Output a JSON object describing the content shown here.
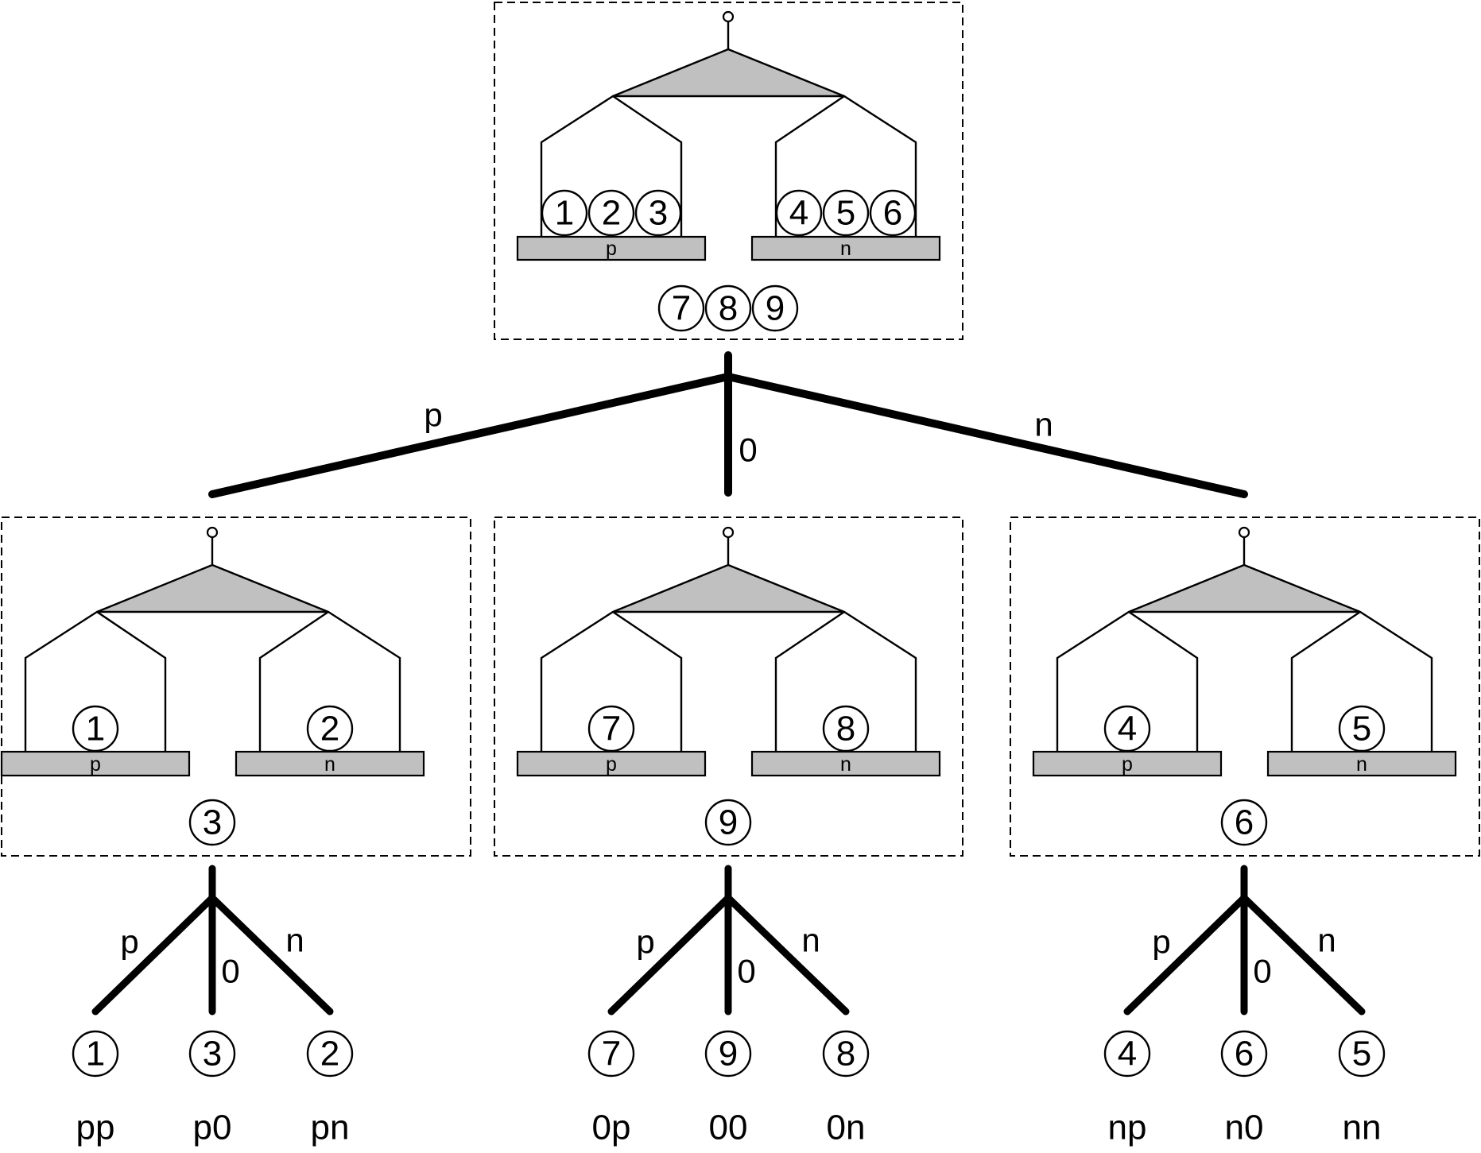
{
  "top": {
    "left_plate_label": "p",
    "right_plate_label": "n",
    "left_slots": [
      "1",
      "2",
      "3"
    ],
    "right_slots": [
      "4",
      "5",
      "6"
    ],
    "bottom_slots": [
      "7",
      "8",
      "9"
    ]
  },
  "top_edges": {
    "left": "p",
    "middle": "0",
    "right": "n"
  },
  "units": [
    {
      "left_plate_label": "p",
      "right_plate_label": "n",
      "left_slot": "1",
      "right_slot": "2",
      "bottom_slot": "3",
      "edges": {
        "left": "p",
        "middle": "0",
        "right": "n"
      },
      "leaves": [
        {
          "num": "1",
          "code": "pp"
        },
        {
          "num": "3",
          "code": "p0"
        },
        {
          "num": "2",
          "code": "pn"
        }
      ]
    },
    {
      "left_plate_label": "p",
      "right_plate_label": "n",
      "left_slot": "7",
      "right_slot": "8",
      "bottom_slot": "9",
      "edges": {
        "left": "p",
        "middle": "0",
        "right": "n"
      },
      "leaves": [
        {
          "num": "7",
          "code": "0p"
        },
        {
          "num": "9",
          "code": "00"
        },
        {
          "num": "8",
          "code": "0n"
        }
      ]
    },
    {
      "left_plate_label": "p",
      "right_plate_label": "n",
      "left_slot": "4",
      "right_slot": "5",
      "bottom_slot": "6",
      "edges": {
        "left": "p",
        "middle": "0",
        "right": "n"
      },
      "leaves": [
        {
          "num": "4",
          "code": "np"
        },
        {
          "num": "6",
          "code": "n0"
        },
        {
          "num": "5",
          "code": "nn"
        }
      ]
    }
  ]
}
